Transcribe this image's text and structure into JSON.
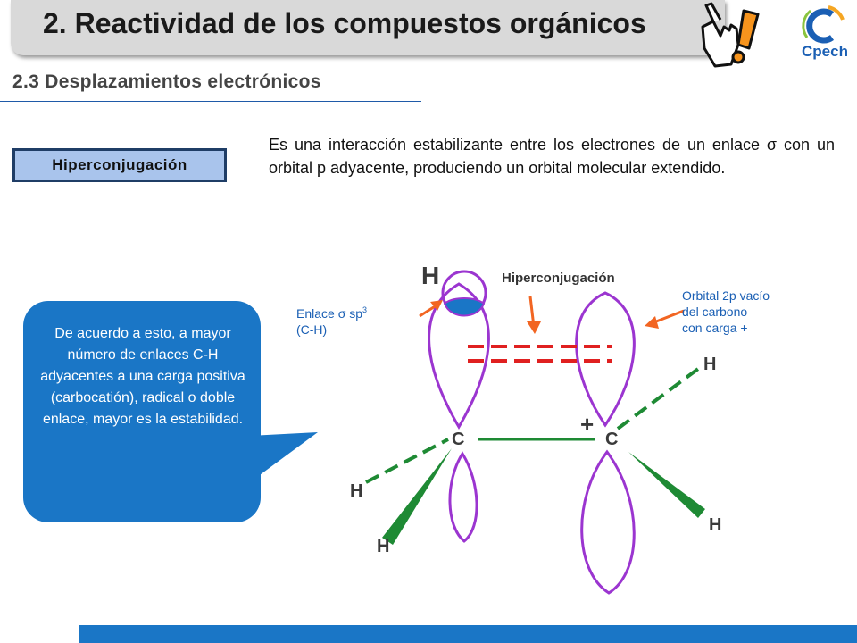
{
  "header": {
    "title": "2. Reactividad de los compuestos orgánicos",
    "subtitle": "2.3 Desplazamientos electrónicos",
    "logo_text": "Cpech",
    "pointer_icon": "hand-pointer-exclamation-icon"
  },
  "concept": {
    "label": "Hiperconjugación",
    "definition": "Es una interacción estabilizante entre los electrones de un enlace σ con un orbital p adyacente, produciendo un orbital molecular extendido."
  },
  "callout": {
    "text": "De acuerdo a esto, a mayor número de enlaces C-H adyacentes a una carga positiva (carbocatión), radical o doble enlace, mayor es la estabilidad."
  },
  "diagram": {
    "h_top": "H",
    "hiperconjugacion_label": "Hiperconjugación",
    "sigma_label_line1": "Enlace σ sp",
    "sigma_label_sup": "3",
    "sigma_label_line2": "(C-H)",
    "orbital_label_line1": "Orbital 2p vacío",
    "orbital_label_line2": "del carbono",
    "orbital_label_line3": "con carga +",
    "carbon_left": "C",
    "carbon_right": "C",
    "charge": "+",
    "h_right_top": "H",
    "h_left_dashed": "H",
    "h_left_wedge": "H",
    "h_right_wedge": "H"
  },
  "colors": {
    "title_bar": "#d9d9d9",
    "accent_blue": "#1a76c6",
    "box_fill": "#a9c4ec",
    "orbital_purple": "#9b35d0",
    "bond_green": "#1e8a34",
    "arrow_orange": "#f26522",
    "dash_red": "#e02020"
  }
}
